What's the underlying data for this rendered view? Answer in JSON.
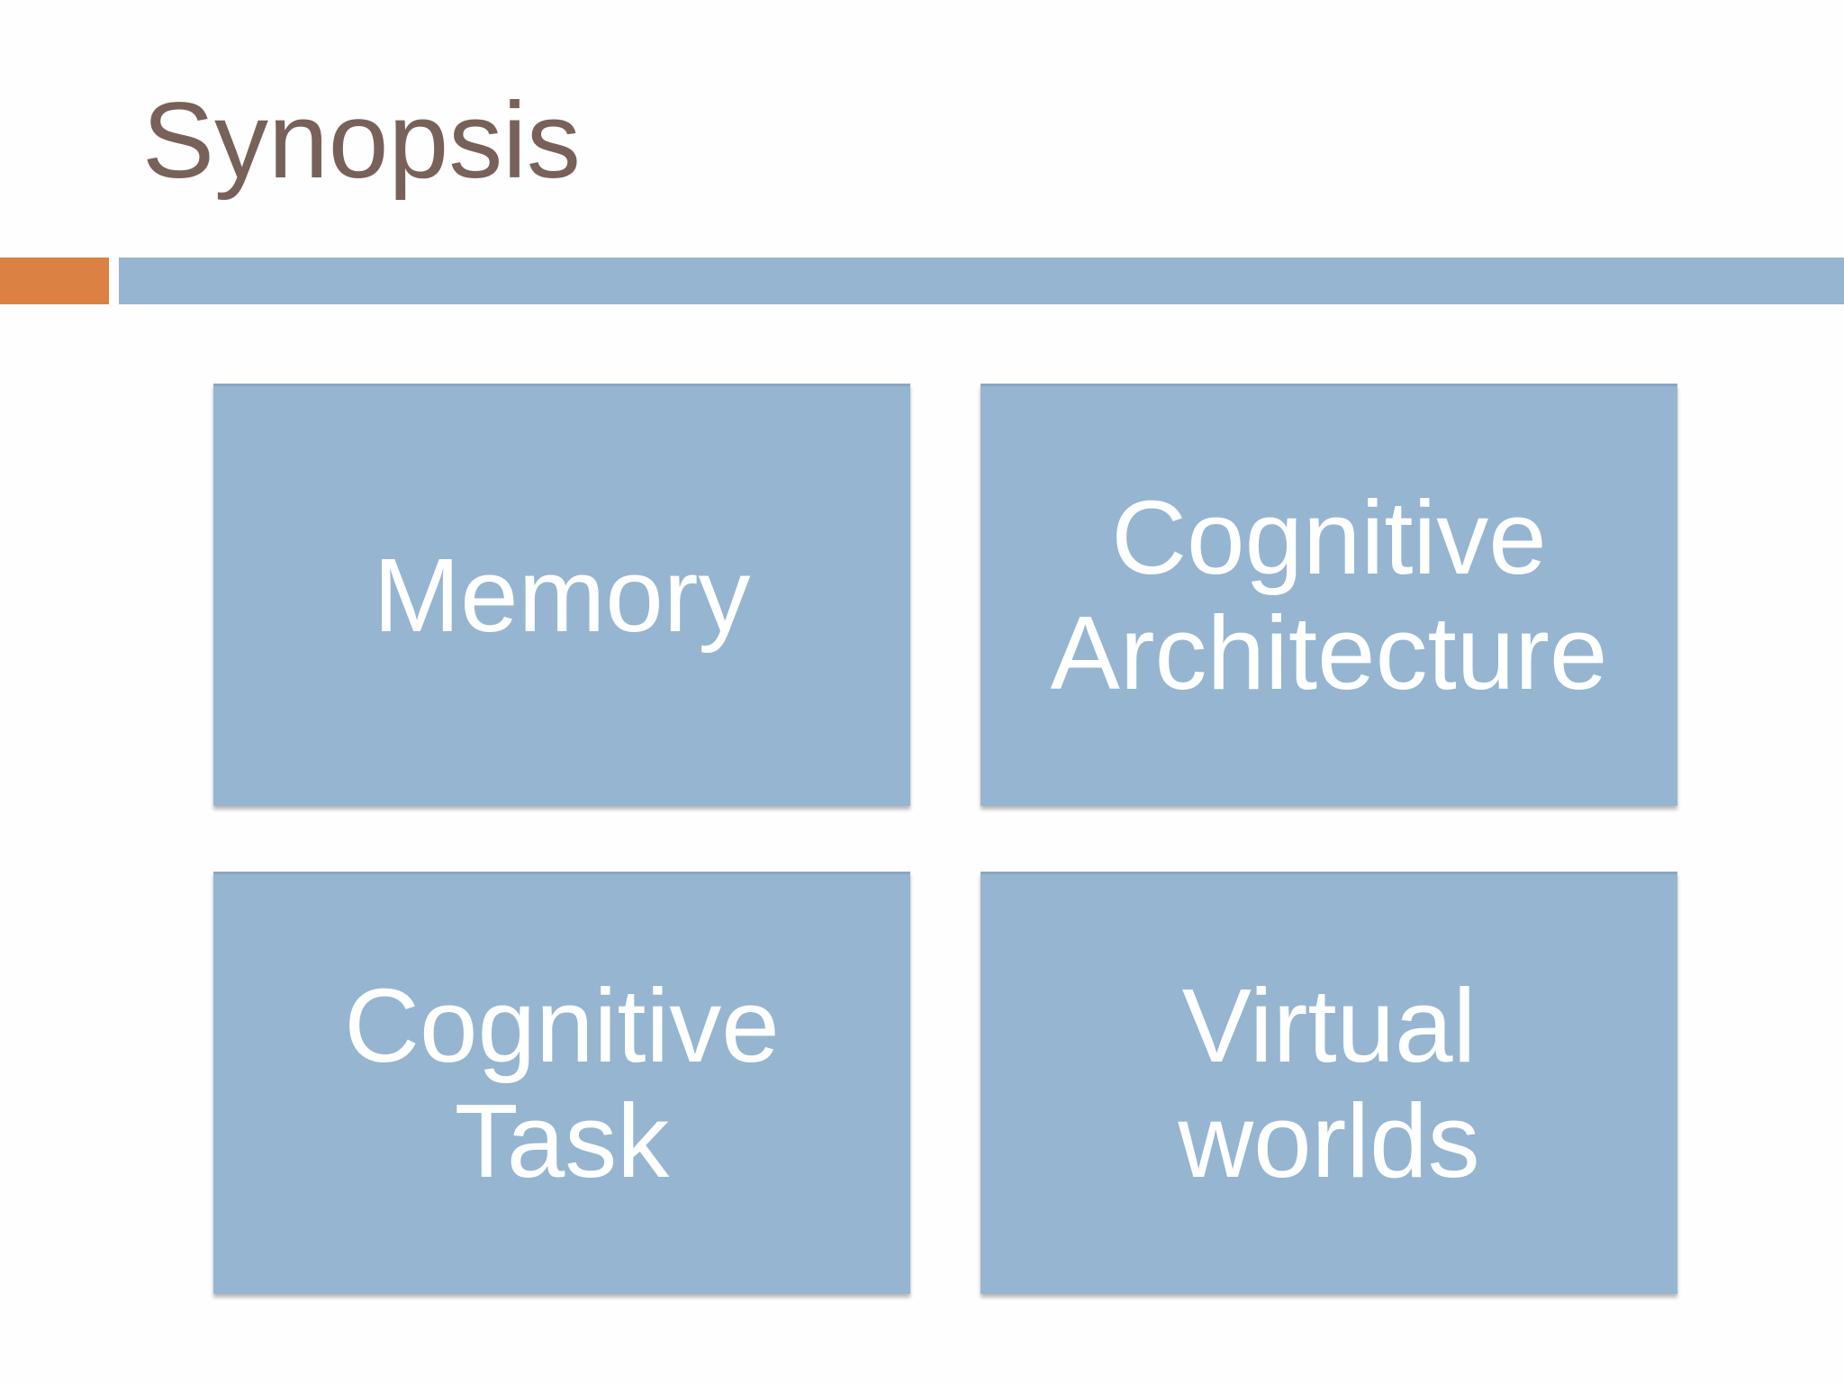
{
  "title": "Synopsis",
  "colors": {
    "title_text": "#786159",
    "accent_orange": "#DB8144",
    "accent_blue": "#96B5D1",
    "box_fill": "#96B5D1",
    "box_text": "#FFFFFF"
  },
  "boxes": [
    {
      "lines": [
        "Memory"
      ]
    },
    {
      "lines": [
        "Cognitive",
        "Architecture"
      ]
    },
    {
      "lines": [
        "Cognitive",
        "Task"
      ]
    },
    {
      "lines": [
        "Virtual",
        "worlds"
      ]
    }
  ]
}
